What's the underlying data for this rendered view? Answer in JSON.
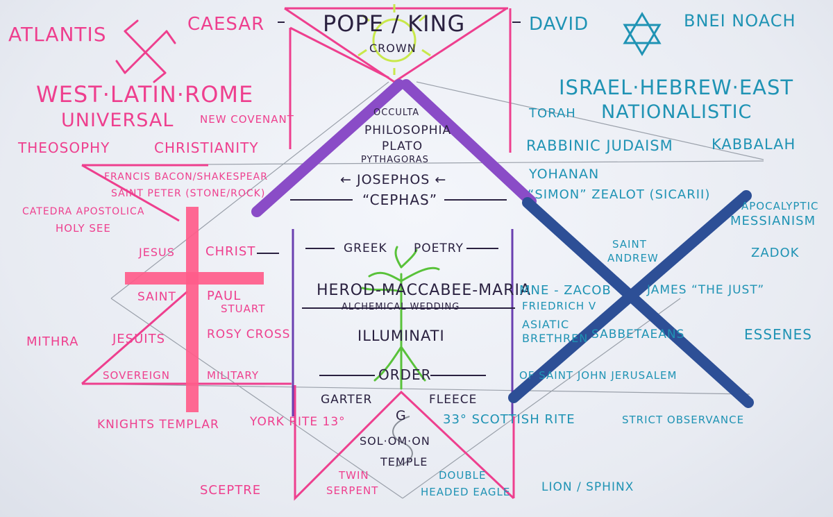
{
  "colors": {
    "pink": "#ee3f8e",
    "neon_pink": "#ff5c8a",
    "teal": "#1f93b4",
    "purple": "#8a4cc7",
    "blue": "#2d4f96",
    "ink": "#2a2140",
    "lime": "#c8e84a",
    "green": "#59c23a"
  },
  "icons": {
    "swastika": "swastika-icon",
    "star": "star-of-david-icon",
    "cross": "cross-icon",
    "saltire": "saltire-icon",
    "tree": "tree-icon",
    "sun": "sun-icon"
  },
  "labels": {
    "atlantis": "ATLANTIS",
    "caesar": "CAESAR",
    "pope_king": "POPE / KING",
    "crown": "CROWN",
    "david": "DAVID",
    "bnei_noach": "BNEI NOACH",
    "west_latin_rome": "WEST·LATIN·ROME",
    "universal": "UNIVERSAL",
    "new_covenant": "NEW COVENANT",
    "israel_hebrew_east": "ISRAEL·HEBREW·EAST",
    "torah": "TORAH",
    "nationalistic": "NATIONALISTIC",
    "occulta": "OCCULTA",
    "philosophia": "PHILOSOPHIA",
    "plato": "PLATO",
    "pythagoras": "PYTHAGORAS",
    "theosophy": "THEOSOPHY",
    "christianity": "CHRISTIANITY",
    "rabbinic_judaism": "RABBINIC JUDAISM",
    "kabbalah": "KABBALAH",
    "francis_bacon": "FRANCIS BACON/SHAKESPEAR",
    "saint_peter": "SAINT PETER (STONE/ROCK)",
    "josephos": "← JOSEPHOS ←",
    "yohanan": "YOHANAN",
    "simon_zealot": "“SIMON” ZEALOT (SICARII)",
    "cathedra": "CATEDRA APOSTOLICA",
    "holy_see": "HOLY SEE",
    "cephas": "“CEPHAS”",
    "apocalyptic": "APOCALYPTIC",
    "messianism": "MESSIANISM",
    "jesus": "JESUS",
    "christ": "CHRIST",
    "greek": "GREEK",
    "poetry": "POETRY",
    "saint_andrew_1": "SAINT",
    "saint_andrew_2": "ANDREW",
    "zadok": "ZADOK",
    "saint": "SAINT",
    "paul": "PAUL",
    "stuart": "STUART",
    "herod": "HEROD-MACCABEE-MARIA",
    "mne_zacob": "MNE - ZACOB",
    "james": "JAMES “THE JUST”",
    "alchemical": "ALCHEMICAL WEDDING",
    "friedrich": "FRIEDRICH V",
    "asiatic": "ASIATIC",
    "brethren": "BRETHREN",
    "sabbateans": "SABBETAEANS",
    "mithra": "MITHRA",
    "jesuits": "JESUITS",
    "rosy_cross": "ROSY CROSS",
    "illuminati": "ILLUMINATI",
    "essenes": "ESSENES",
    "sovereign": "SOVEREIGN",
    "military": "MILITARY",
    "order": "ORDER",
    "of_saint_john": "OF SAINT JOHN JERUSALEM",
    "garter": "GARTER",
    "fleece": "FLEECE",
    "g": "G",
    "knights_templar": "KNIGHTS TEMPLAR",
    "york_rite": "YORK RITE 13°",
    "scottish_rite": "33° SCOTTISH RITE",
    "strict_observance": "STRICT OBSERVANCE",
    "solomon": "SOL·OM·ON",
    "temple": "TEMPLE",
    "sceptre": "SCEPTRE",
    "twin": "TWIN",
    "serpent": "SERPENT",
    "double": "DOUBLE",
    "headed_eagle": "HEADED EAGLE",
    "lion_sphinx": "LION / SPHINX"
  }
}
